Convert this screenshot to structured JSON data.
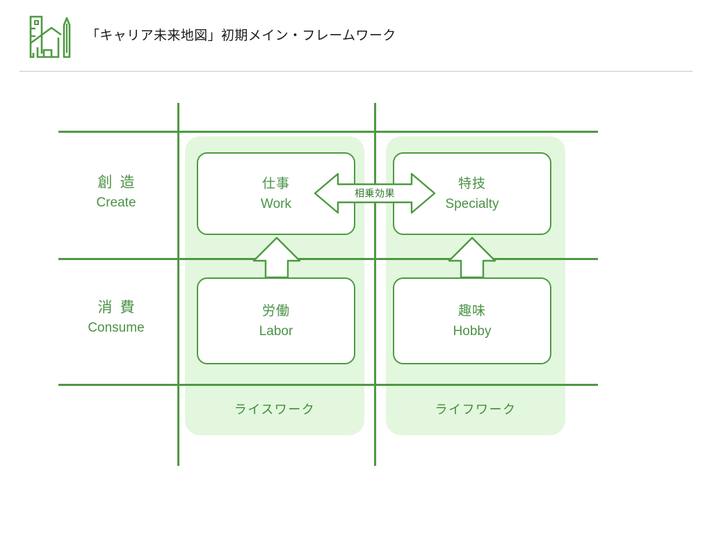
{
  "header": {
    "logo_icon": "buildings-skyline-icon",
    "title": "「キャリア未来地図」初期メイン・フレームワーク"
  },
  "colors": {
    "line": "#4d9a41",
    "text_green": "#4a9245",
    "panel_fill": "#e2f7dd",
    "box_fill": "#ffffff",
    "title_text": "#1b1b1b",
    "divider": "#c9c9c9"
  },
  "diagram": {
    "type": "2x2-matrix-framework",
    "row_labels": [
      {
        "jp": "創造",
        "en": "Create"
      },
      {
        "jp": "消費",
        "en": "Consume"
      }
    ],
    "column_captions": [
      {
        "label": "ライスワーク"
      },
      {
        "label": "ライフワーク"
      }
    ],
    "cells": [
      {
        "id": "work",
        "jp": "仕事",
        "en": "Work",
        "row": "Create",
        "column": "ライスワーク"
      },
      {
        "id": "specialty",
        "jp": "特技",
        "en": "Specialty",
        "row": "Create",
        "column": "ライフワーク"
      },
      {
        "id": "labor",
        "jp": "労働",
        "en": "Labor",
        "row": "Consume",
        "column": "ライスワーク"
      },
      {
        "id": "hobby",
        "jp": "趣味",
        "en": "Hobby",
        "row": "Consume",
        "column": "ライフワーク"
      }
    ],
    "connectors": [
      {
        "id": "synergy",
        "icon": "double-headed-horizontal-arrow-icon",
        "label": "相乗効果",
        "from": "work",
        "to": "specialty"
      },
      {
        "id": "labor-to-work",
        "icon": "up-arrow-icon",
        "label": "",
        "from": "labor",
        "to": "work"
      },
      {
        "id": "hobby-to-specialty",
        "icon": "up-arrow-icon",
        "label": "",
        "from": "hobby",
        "to": "specialty"
      }
    ]
  }
}
